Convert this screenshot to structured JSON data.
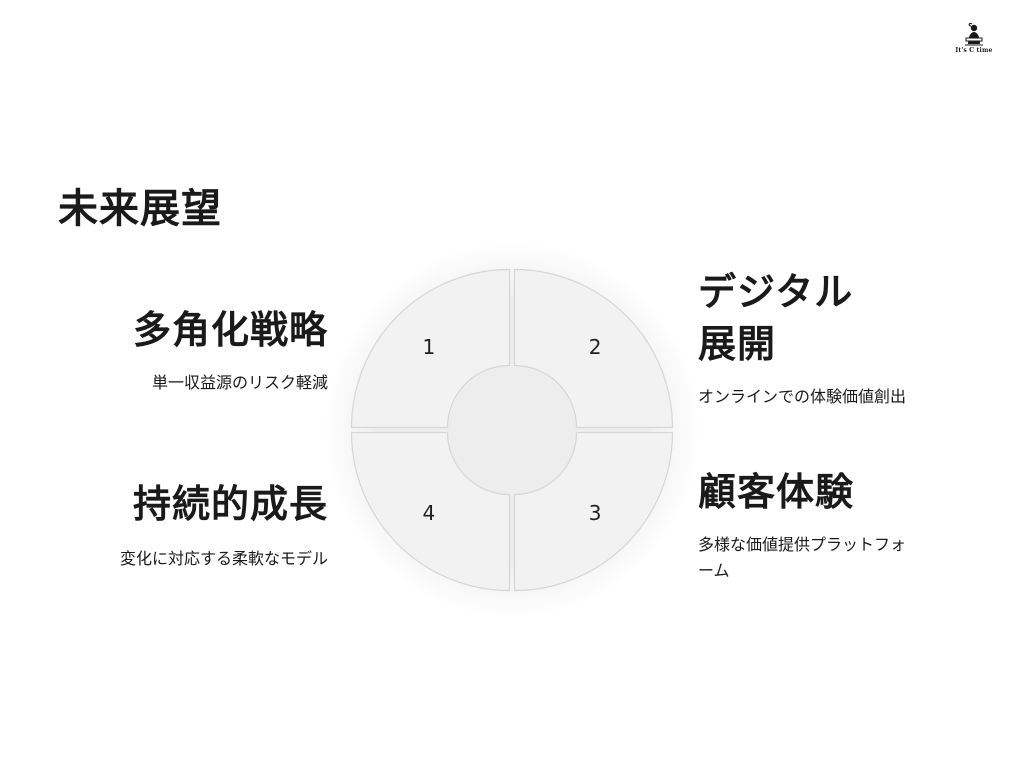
{
  "logo": {
    "icon": "person-reading-icon",
    "text": "It's C time"
  },
  "page_title": "未来展望",
  "cycle": {
    "segments": [
      {
        "number": "1",
        "position": "top-left"
      },
      {
        "number": "2",
        "position": "top-right"
      },
      {
        "number": "3",
        "position": "bottom-right"
      },
      {
        "number": "4",
        "position": "bottom-left"
      }
    ],
    "fill_color": "#f2f2f2",
    "stroke_color": "#d6d6d6"
  },
  "items": {
    "top_left": {
      "title": "多角化戦略",
      "desc": "単一収益源のリスク軽減"
    },
    "bottom_left": {
      "title": "持続的成長",
      "desc": "変化に対応する柔軟なモデル"
    },
    "top_right": {
      "title_line1": "デジタル",
      "title_line2": "展開",
      "desc": "オンラインでの体験価値創出"
    },
    "bottom_right": {
      "title": "顧客体験",
      "desc_line1": "多様な価値提供プラットフォ",
      "desc_line2": "ーム"
    }
  }
}
